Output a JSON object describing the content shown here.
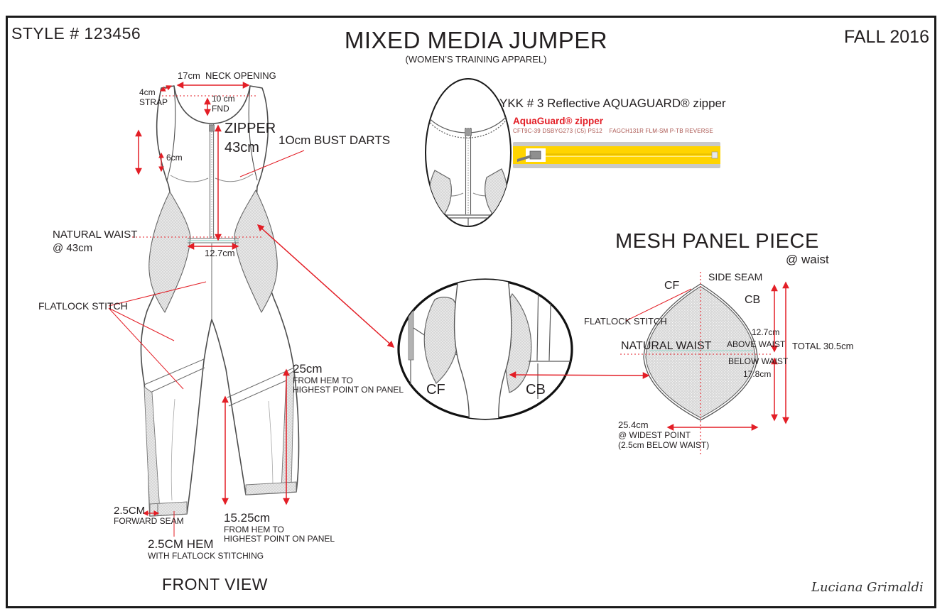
{
  "header": {
    "style_number": "STYLE # 123456",
    "title": "MIXED MEDIA JUMPER",
    "subtitle": "(WOMEN’S TRAINING APPAREL)",
    "season": "FALL 2016"
  },
  "front_view": {
    "caption": "FRONT VIEW",
    "neck_opening": "17cm  NECK OPENING",
    "strap_value": "4cm",
    "strap_label": "STRAP",
    "fnd_value": "10 cm",
    "fnd_label": "FND",
    "zipper_label": "ZIPPER",
    "zipper_value": "43cm",
    "bust_darts": "1Ocm BUST DARTS",
    "armhole_value": "6cm",
    "natural_waist_label": "NATURAL WAIST",
    "natural_waist_value": "@ 43cm",
    "waist_width": "12.7cm",
    "flatlock": "FLATLOCK STITCH",
    "panel_right_value": "25cm",
    "panel_right_line1": "FROM HEM TO",
    "panel_right_line2": "HIGHEST POINT ON PANEL",
    "panel_center_value": "15.25cm",
    "panel_center_line1": "FROM HEM TO",
    "panel_center_line2": "HIGHEST POINT ON PANEL",
    "forward_seam_value": "2.5CM",
    "forward_seam_label": "FORWARD SEAM",
    "hem_value": "2.5CM HEM",
    "hem_label": "WITH FLATLOCK STITCHING"
  },
  "zipper_detail": {
    "heading": "YKK # 3 Reflective AQUAGUARD® zipper",
    "product_name": "AquaGuard® zipper",
    "product_code": "CFT9C-39 DSBYG273 (C5) PS12    FAGCH131R FLM-SM P-TB REVERSE"
  },
  "leg_detail": {
    "cf": "CF",
    "cb": "CB"
  },
  "mesh_panel": {
    "title": "MESH PANEL PIECE",
    "subtitle": "@ waist",
    "side_seam": "SIDE SEAM",
    "cf": "CF",
    "cb": "CB",
    "flatlock": "FLATLOCK STITCH",
    "natural_waist": "NATURAL WAIST",
    "above_value": "12.7cm",
    "above_label": "ABOVE WAIST",
    "below_label": "BELOW WAIST",
    "below_value": "17.8cm",
    "total": "TOTAL 30.5cm",
    "widest_value": "25.4cm",
    "widest_line1": "@ WIDEST POINT",
    "widest_line2": "(2.5cm BELOW WAIST)"
  },
  "signature": "Luciana Grimaldi",
  "colors": {
    "annotation_red": "#E31E26",
    "ink": "#231F20",
    "zipper_yellow": "#FFD400",
    "mesh_gray": "#D7D7D7",
    "waist_teal": "#8FD0C5"
  }
}
